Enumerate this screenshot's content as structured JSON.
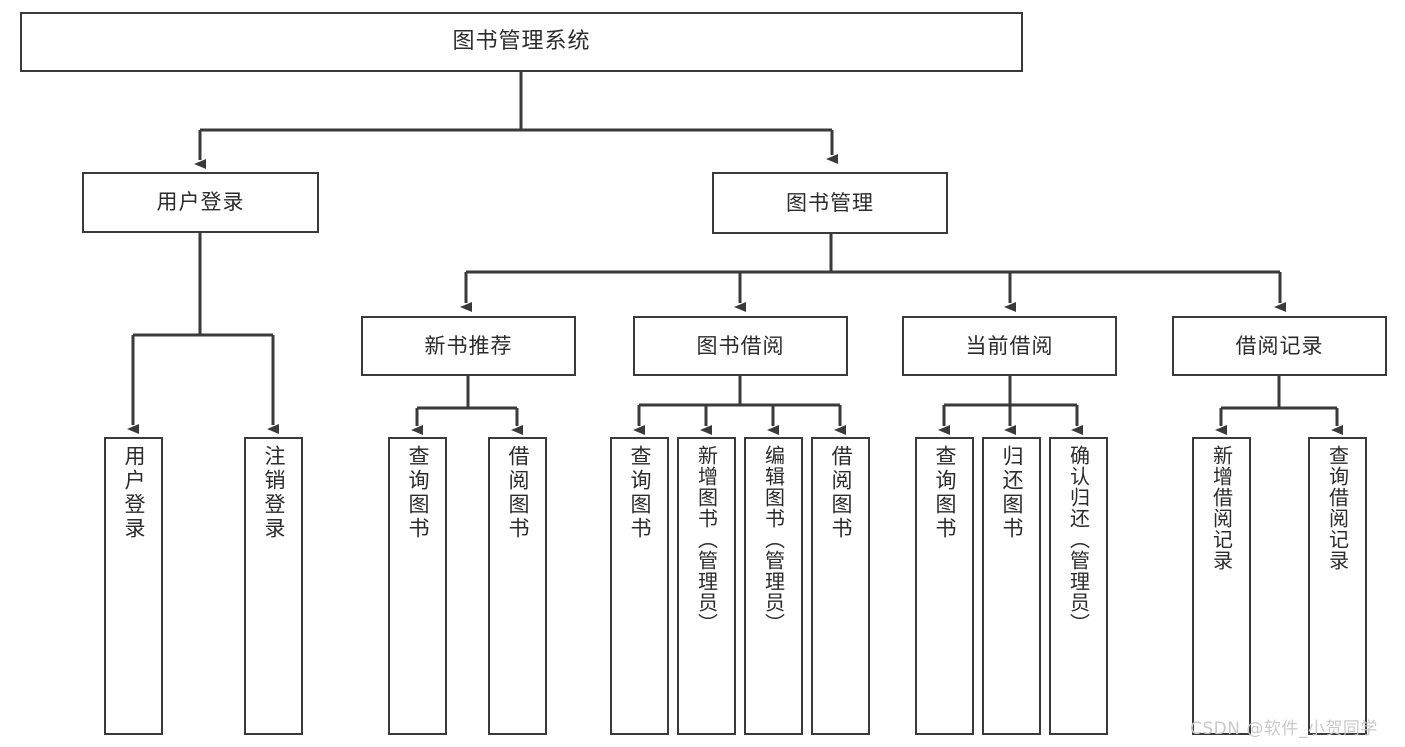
{
  "diagram": {
    "type": "tree",
    "title": "图书管理系统",
    "root": {
      "id": "root",
      "label": "图书管理系统"
    },
    "level2": [
      {
        "id": "user-login",
        "label": "用户登录"
      },
      {
        "id": "book-manage",
        "label": "图书管理"
      }
    ],
    "level3": [
      {
        "id": "new-book-recommend",
        "label": "新书推荐",
        "parent": "book-manage"
      },
      {
        "id": "book-borrow",
        "label": "图书借阅",
        "parent": "book-manage"
      },
      {
        "id": "current-borrow",
        "label": "当前借阅",
        "parent": "book-manage"
      },
      {
        "id": "borrow-record",
        "label": "借阅记录",
        "parent": "book-manage"
      }
    ],
    "leaves": [
      {
        "id": "leaf-user-login",
        "label": "用户登录",
        "parent": "user-login"
      },
      {
        "id": "leaf-user-logout",
        "label": "注销登录",
        "parent": "user-login"
      },
      {
        "id": "leaf-query-book-1",
        "label": "查询图书",
        "parent": "new-book-recommend"
      },
      {
        "id": "leaf-borrow-book-1",
        "label": "借阅图书",
        "parent": "new-book-recommend"
      },
      {
        "id": "leaf-query-book-2",
        "label": "查询图书",
        "parent": "book-borrow"
      },
      {
        "id": "leaf-add-book",
        "label": "新增图书（管理员）",
        "parent": "book-borrow"
      },
      {
        "id": "leaf-edit-book",
        "label": "编辑图书（管理员）",
        "parent": "book-borrow"
      },
      {
        "id": "leaf-borrow-book-2",
        "label": "借阅图书",
        "parent": "book-borrow"
      },
      {
        "id": "leaf-query-book-3",
        "label": "查询图书",
        "parent": "current-borrow"
      },
      {
        "id": "leaf-return-book",
        "label": "归还图书",
        "parent": "current-borrow"
      },
      {
        "id": "leaf-confirm-return",
        "label": "确认归还（管理员）",
        "parent": "current-borrow"
      },
      {
        "id": "leaf-add-record",
        "label": "新增借阅记录",
        "parent": "borrow-record"
      },
      {
        "id": "leaf-query-record",
        "label": "查询借阅记录",
        "parent": "borrow-record"
      }
    ],
    "colors": {
      "stroke": "#3a3a3a",
      "text": "#2b2b2b",
      "background": "#ffffff",
      "watermark": "#c9c9c9"
    }
  },
  "watermark": {
    "text": "CSDN @软件_小贺同学"
  }
}
